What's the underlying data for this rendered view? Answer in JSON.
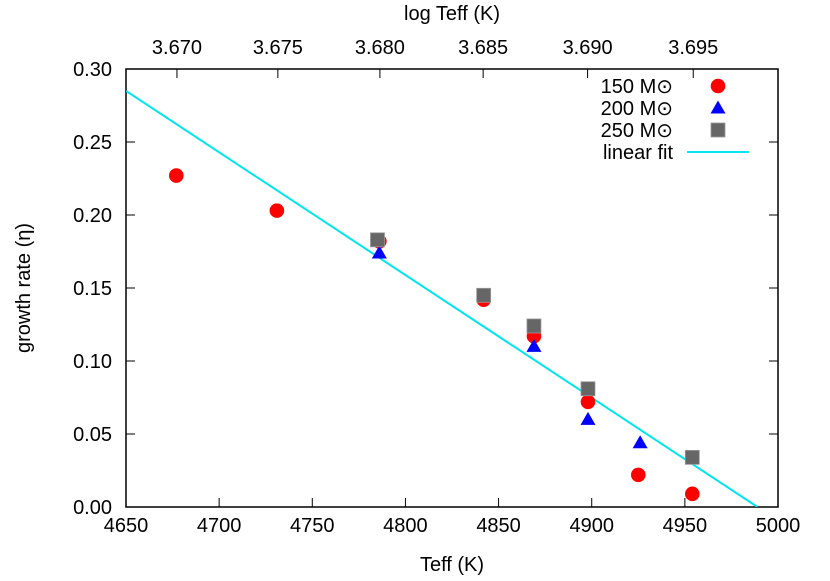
{
  "chart_data": {
    "type": "scatter",
    "title": "",
    "xlabel": "Teff (K)",
    "x2label": "log Teff (K)",
    "ylabel": "growth rate (η)",
    "xlim": [
      4650,
      5000
    ],
    "ylim": [
      0.0,
      0.3
    ],
    "x_ticks": [
      4650,
      4700,
      4750,
      4800,
      4850,
      4900,
      4950,
      5000
    ],
    "x_tick_labels": [
      "4650",
      "4700",
      "4750",
      "4800",
      "4850",
      "4900",
      "4950",
      "5000"
    ],
    "x2_ticks": [
      3.67,
      3.675,
      3.68,
      3.685,
      3.69,
      3.695
    ],
    "x2_tick_labels": [
      "3.670",
      "3.675",
      "3.680",
      "3.685",
      "3.690",
      "3.695"
    ],
    "y_ticks": [
      0.0,
      0.05,
      0.1,
      0.15,
      0.2,
      0.25,
      0.3
    ],
    "y_tick_labels": [
      "0.00",
      "0.05",
      "0.10",
      "0.15",
      "0.20",
      "0.25",
      "0.30"
    ],
    "grid": false,
    "legend_position": "top-right",
    "series": [
      {
        "name": "150 M⊙",
        "marker": "circle",
        "color": "#ff0000",
        "points": [
          [
            4677,
            0.227
          ],
          [
            4731,
            0.203
          ],
          [
            4786,
            0.182
          ],
          [
            4842,
            0.142
          ],
          [
            4869,
            0.117
          ],
          [
            4898,
            0.072
          ],
          [
            4925,
            0.022
          ],
          [
            4954,
            0.009
          ]
        ]
      },
      {
        "name": "200 M⊙",
        "marker": "triangle",
        "color": "#0000ff",
        "points": [
          [
            4786,
            0.174
          ],
          [
            4869,
            0.11
          ],
          [
            4898,
            0.06
          ],
          [
            4926,
            0.044
          ]
        ]
      },
      {
        "name": "250 M⊙",
        "marker": "square",
        "color": "#666666",
        "points": [
          [
            4785,
            0.183
          ],
          [
            4842,
            0.145
          ],
          [
            4869,
            0.124
          ],
          [
            4898,
            0.081
          ],
          [
            4954,
            0.034
          ]
        ]
      },
      {
        "name": "linear fit",
        "marker": "line",
        "color": "#00e5ee",
        "points": [
          [
            4650,
            0.285
          ],
          [
            4989,
            0.0
          ]
        ]
      }
    ]
  }
}
